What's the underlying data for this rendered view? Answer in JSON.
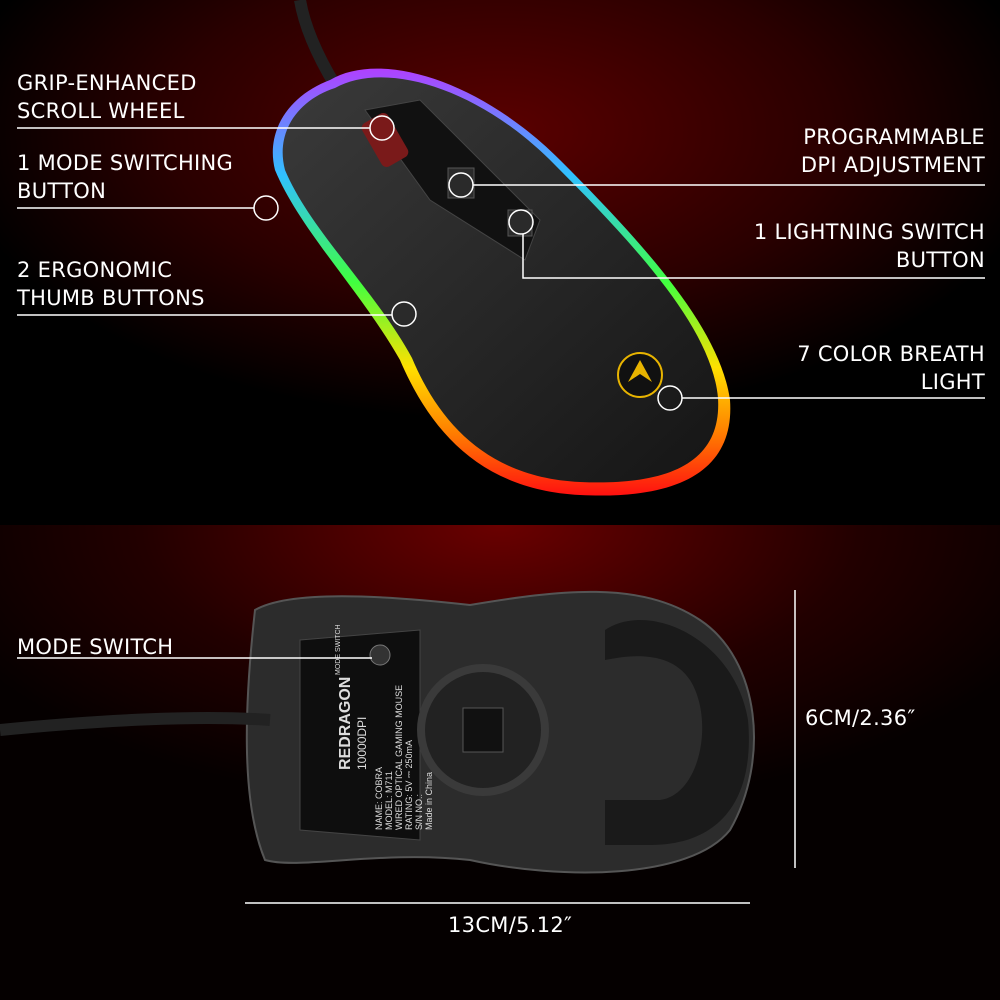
{
  "callouts": {
    "scroll_wheel": [
      "GRIP-ENHANCED",
      "SCROLL WHEEL"
    ],
    "mode_button": [
      "1 MODE SWITCHING",
      "BUTTON"
    ],
    "thumb_buttons": [
      "2 ERGONOMIC",
      "THUMB BUTTONS"
    ],
    "dpi": [
      "PROGRAMMABLE",
      "DPI ADJUSTMENT"
    ],
    "lightning": [
      "1 LIGHTNING SWITCH",
      "BUTTON"
    ],
    "breath_light": [
      "7 COLOR BREATH",
      "LIGHT"
    ],
    "mode_switch": "MODE SWITCH"
  },
  "dimensions": {
    "width": "6CM/2.36″",
    "length": "13CM/5.12″"
  },
  "product_label": {
    "brand": "REDRAGON",
    "dpi": "10000DPI",
    "lines": [
      "NAME: COBRA",
      "MODEL: M711",
      "WIRED OPTICAL GAMING MOUSE",
      "RATING: 5V ⎓ 250mA",
      "S/N NO.:",
      "Made in China"
    ],
    "switch_text": "MODE SWITCH"
  },
  "colors": {
    "background": "#000000",
    "glow": "#5a0000",
    "text": "#ffffff",
    "logo": "#e8b400"
  }
}
